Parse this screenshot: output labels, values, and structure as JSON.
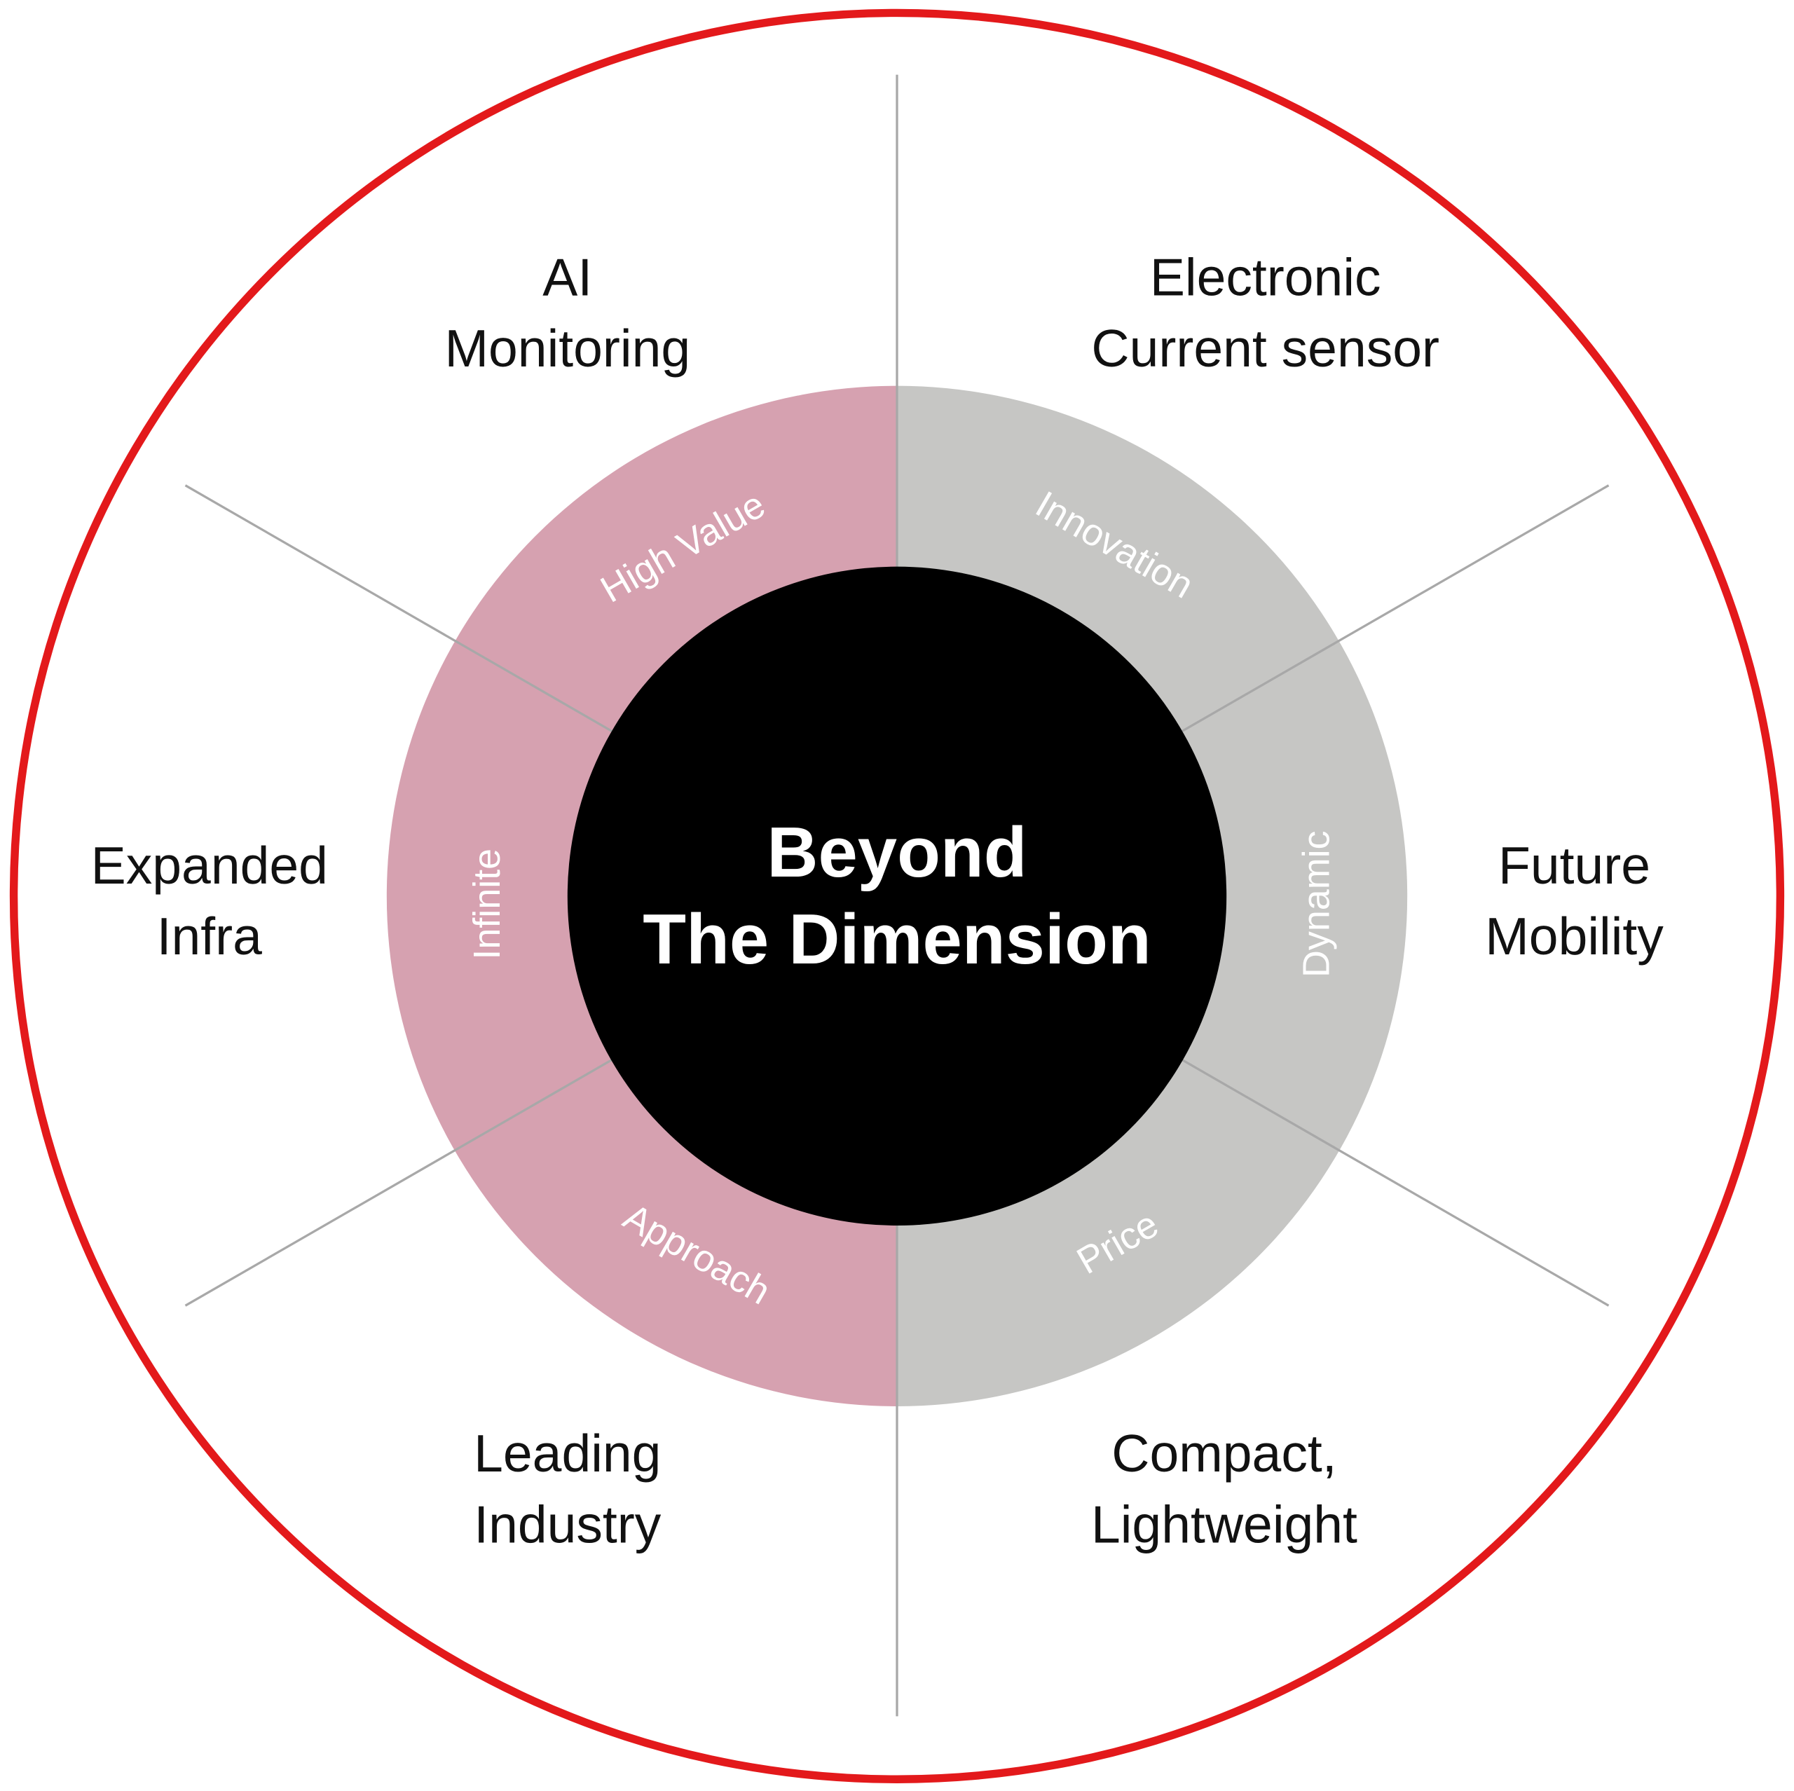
{
  "center": {
    "line1": "Beyond",
    "line2": "The Dimension"
  },
  "ring_labels": {
    "high_value": "High Value",
    "innovation": "Innovation",
    "infinite": "Infinite",
    "dynamic": "Dynamic",
    "approach": "Approach",
    "price": "Price"
  },
  "outer_labels": {
    "ai_monitoring": [
      "AI",
      "Monitoring"
    ],
    "electronic_sensor": [
      "Electronic",
      "Current sensor"
    ],
    "expanded_infra": [
      "Expanded",
      "Infra"
    ],
    "future_mobility": [
      "Future",
      "Mobility"
    ],
    "leading_industry": [
      "Leading",
      "Industry"
    ],
    "compact_lightweight": [
      "Compact,",
      "Lightweight"
    ]
  },
  "colors": {
    "outer_ring": "#e3191b",
    "left_half": "#d6a1b0",
    "right_half": "#c6c6c4",
    "core": "#000000",
    "divider": "#b0b0b0"
  }
}
